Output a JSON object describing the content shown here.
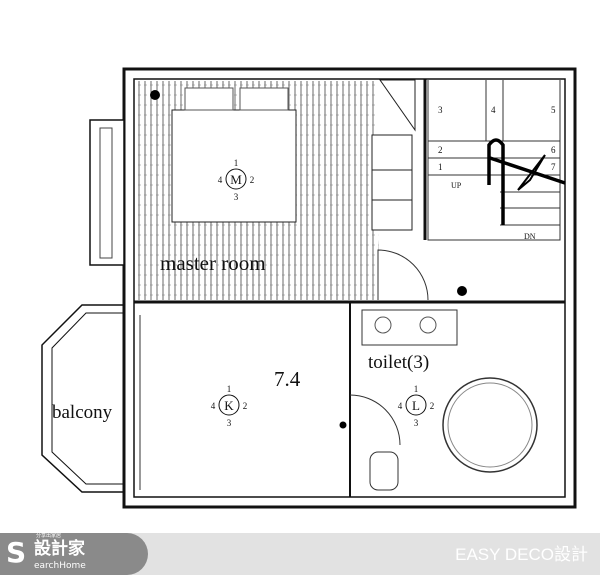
{
  "plan": {
    "rooms": {
      "master": "master room",
      "balcony": "balcony",
      "area": "7.4",
      "toilet": "toilet(3)"
    },
    "markers": [
      {
        "letter": "M",
        "n": [
          "1",
          "2",
          "3",
          "4"
        ]
      },
      {
        "letter": "K",
        "n": [
          "1",
          "2",
          "3",
          "4"
        ]
      },
      {
        "letter": "L",
        "n": [
          "1",
          "2",
          "3",
          "4"
        ]
      }
    ],
    "stairs": {
      "steps": [
        "1",
        "2",
        "3",
        "4",
        "5",
        "6",
        "7"
      ],
      "up": "UP",
      "down": "DN"
    }
  },
  "footer": {
    "logo_small": "分享出家居",
    "logo_cn": "設計家",
    "logo_en": "earchHome",
    "logo_s": "S",
    "brand": "EASY DECO設計"
  },
  "colors": {
    "wall": "#111111",
    "footer_bg": "#e2e2e2",
    "pill": "#8a8a8a"
  }
}
